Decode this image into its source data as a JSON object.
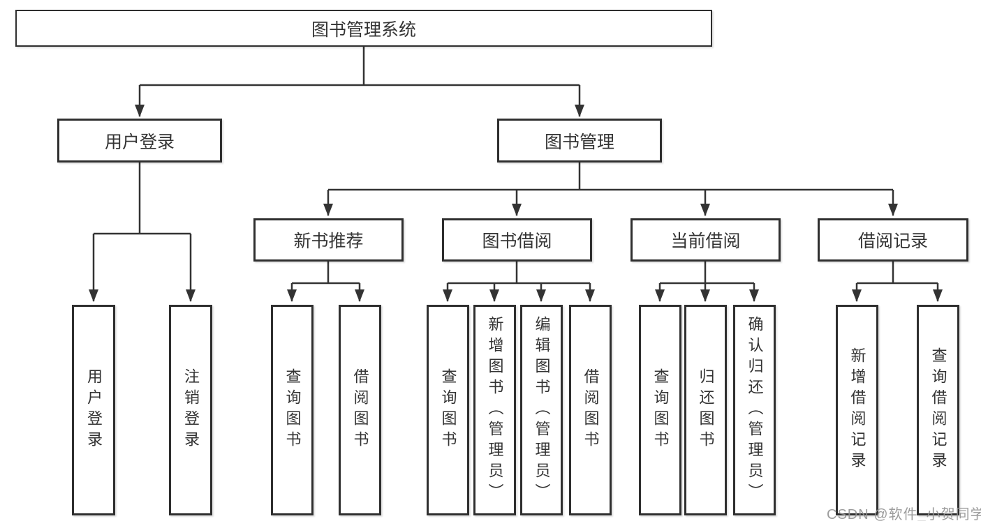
{
  "diagram_type": "hierarchy-flowchart",
  "colors": {
    "line": "#333333",
    "box_border": "#2f2f2f",
    "box_background": "#ffffff",
    "text": "#333333",
    "watermark": "#949494"
  },
  "tree": {
    "root": {
      "label": "图书管理系统",
      "children": [
        {
          "label": "用户登录",
          "children": [
            {
              "label": "用户登录"
            },
            {
              "label": "注销登录"
            }
          ]
        },
        {
          "label": "图书管理",
          "children": [
            {
              "label": "新书推荐",
              "children": [
                {
                  "label": "查询图书"
                },
                {
                  "label": "借阅图书"
                }
              ]
            },
            {
              "label": "图书借阅",
              "children": [
                {
                  "label": "查询图书"
                },
                {
                  "label": "新增图书（管理员）"
                },
                {
                  "label": "编辑图书（管理员）"
                },
                {
                  "label": "借阅图书"
                }
              ]
            },
            {
              "label": "当前借阅",
              "children": [
                {
                  "label": "查询图书"
                },
                {
                  "label": "归还图书"
                },
                {
                  "label": "确认归还（管理员）"
                }
              ]
            },
            {
              "label": "借阅记录",
              "children": [
                {
                  "label": "新增借阅记录"
                },
                {
                  "label": "查询借阅记录"
                }
              ]
            }
          ]
        }
      ]
    }
  },
  "watermark": "CSDN @软件_小贺同学"
}
